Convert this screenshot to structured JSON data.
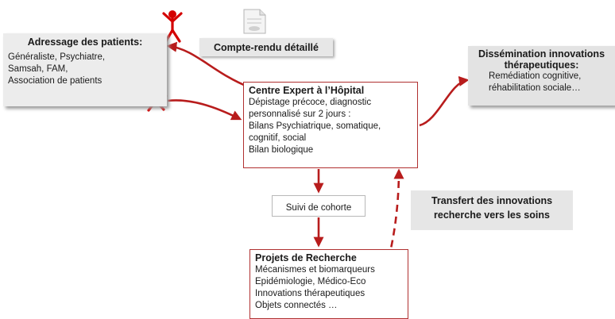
{
  "boxes": {
    "adressage": {
      "title": "Adressage des patients:",
      "lines": [
        "Généraliste, Psychiatre,",
        "Samsah, FAM,",
        "Association de patients"
      ]
    },
    "compte_rendu": {
      "label": "Compte-rendu détaillé"
    },
    "dissemination": {
      "title_lines": [
        "Dissémination innovations",
        "thérapeutiques:"
      ],
      "lines": [
        "Remédiation cognitive,",
        "réhabilitation sociale…"
      ]
    },
    "centre": {
      "title": "Centre Expert à l’Hôpital",
      "lines": [
        "Dépistage précoce, diagnostic",
        "personnalisé sur 2 jours :",
        "Bilans Psychiatrique, somatique,",
        "cognitif, social",
        "Bilan biologique"
      ]
    },
    "suivi": {
      "label": "Suivi de cohorte"
    },
    "transfert": {
      "lines": [
        "Transfert des innovations",
        "recherche vers les soins"
      ]
    },
    "projets": {
      "title": "Projets de Recherche",
      "lines": [
        "Mécanismes et biomarqueurs",
        "Epidémiologie, Médico-Eco",
        "Innovations thérapeutiques",
        "Objets connectés …"
      ]
    }
  },
  "colors": {
    "arrow": "#b81c1c",
    "box_gray": "#e6e6e6",
    "figure": "#d40000"
  },
  "icons": [
    "person-icon",
    "document-icon",
    "person-walking-icon"
  ]
}
